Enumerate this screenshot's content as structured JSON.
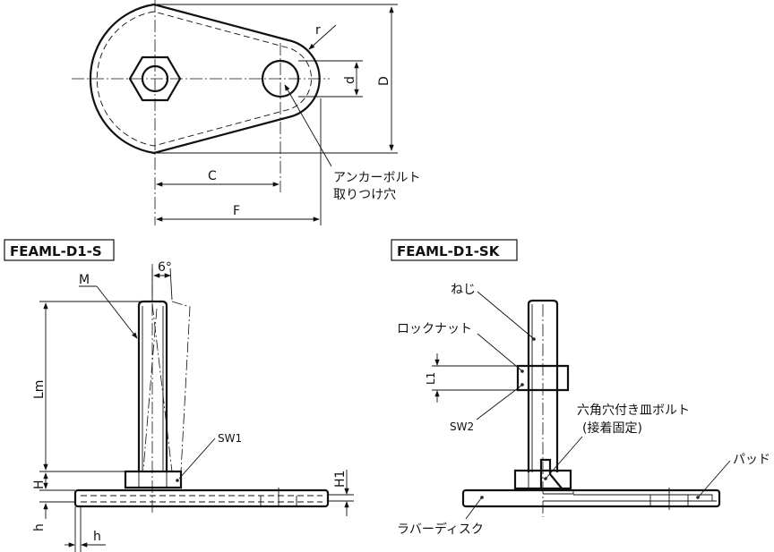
{
  "top_view": {
    "dim_r": "r",
    "dim_d": "d",
    "dim_D": "D",
    "dim_C": "C",
    "dim_F": "F",
    "anchor_label_line1": "アンカーボルト",
    "anchor_label_line2": "取りつけ穴"
  },
  "left_view": {
    "model": "FEAML-D1-S",
    "angle": "6°",
    "thread": "M",
    "dim_Lm": "Lm",
    "dim_H": "H",
    "dim_H1": "H1",
    "dim_h_vertical": "h",
    "dim_h_horizontal": "h",
    "wrench": "SW1"
  },
  "right_view": {
    "model": "FEAML-D1-SK",
    "screw": "ねじ",
    "lock_nut": "ロックナット",
    "dim_L1": "L1",
    "wrench": "SW2",
    "bolt_line1": "六角穴付き皿ボルト",
    "bolt_line2": "(接着固定)",
    "pad": "パッド",
    "rubber_disc": "ラバーディスク"
  }
}
